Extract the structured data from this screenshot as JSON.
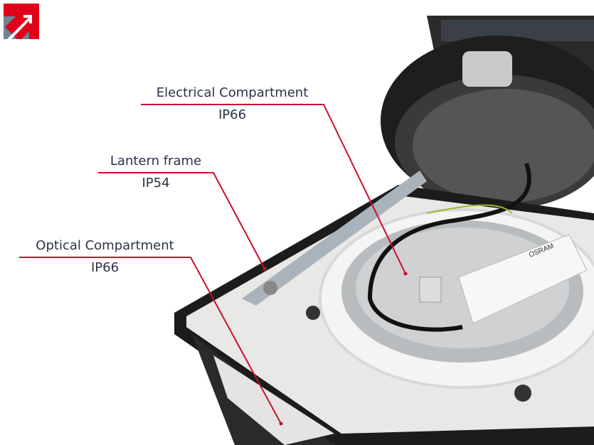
{
  "logo": {
    "name": "british-made-arrow-logo",
    "colors": {
      "red": "#e1001a",
      "grey": "#6b8497"
    }
  },
  "callouts": [
    {
      "title": "Electrical Compartment",
      "rating": "IP66"
    },
    {
      "title": "Lantern frame",
      "rating": "IP54"
    },
    {
      "title": "Optical Compartment",
      "rating": "IP66"
    }
  ],
  "photo": {
    "product_label": "OSRAM"
  },
  "colors": {
    "callout_line": "#c8102e",
    "text": "#2b3246"
  }
}
